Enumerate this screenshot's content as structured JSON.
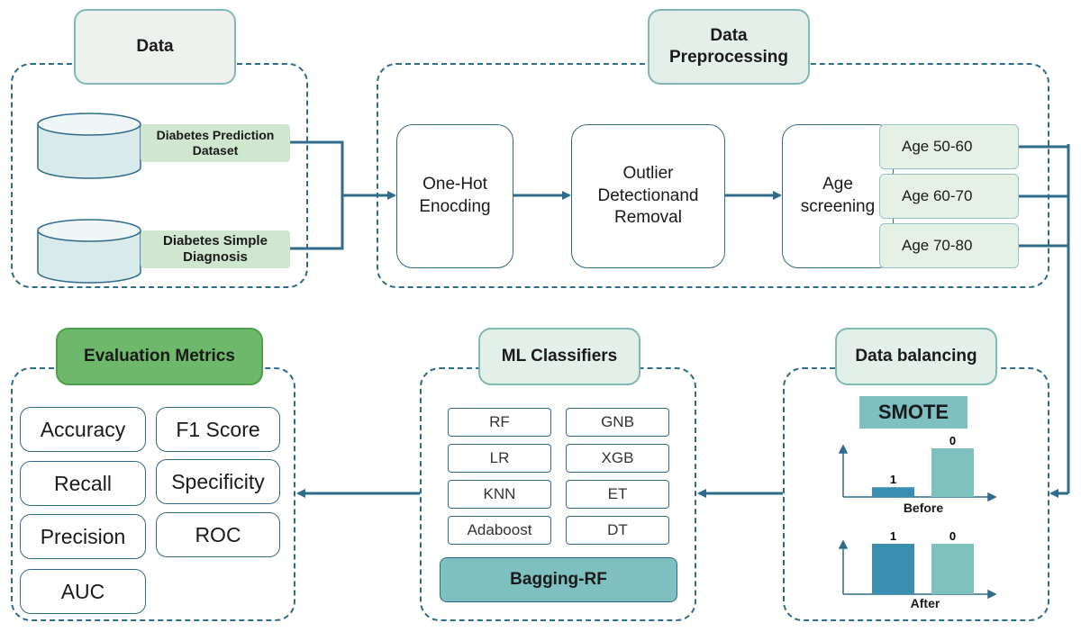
{
  "data_section": {
    "title": "Data",
    "datasets": [
      "Diabetes Prediction Dataset",
      "Diabetes Simple Diagnosis"
    ]
  },
  "preprocessing": {
    "title": "Data Preprocessing",
    "steps": [
      "One-Hot Enocding",
      "Outlier Detectionand Removal",
      "Age screening"
    ],
    "age_groups": [
      "Age  50-60",
      "Age  60-70",
      "Age  70-80"
    ]
  },
  "balancing": {
    "title": "Data balancing",
    "method": "SMOTE",
    "before": {
      "label": "Before",
      "bars": [
        {
          "label": "1",
          "value": 0.2
        },
        {
          "label": "0",
          "value": 1.0
        }
      ]
    },
    "after": {
      "label": "After",
      "bars": [
        {
          "label": "1",
          "value": 1.0
        },
        {
          "label": "0",
          "value": 1.0
        }
      ]
    }
  },
  "classifiers": {
    "title": "ML Classifiers",
    "items": [
      "RF",
      "GNB",
      "LR",
      "XGB",
      "KNN",
      "ET",
      "Adaboost",
      "DT"
    ],
    "highlight": "Bagging-RF"
  },
  "evaluation": {
    "title": "Evaluation Metrics",
    "metrics": [
      "Accuracy",
      "F1 Score",
      "Recall",
      "Specificity",
      "Precision",
      "ROC",
      "AUC"
    ]
  },
  "colors": {
    "line": "#2f6b8a",
    "title_fill": "#e3efe9",
    "eval_title_fill": "#6db86b",
    "accent_teal": "#7ebfbf",
    "bar_dark": "#3a8fb0",
    "bar_light": "#7fc1bd"
  }
}
